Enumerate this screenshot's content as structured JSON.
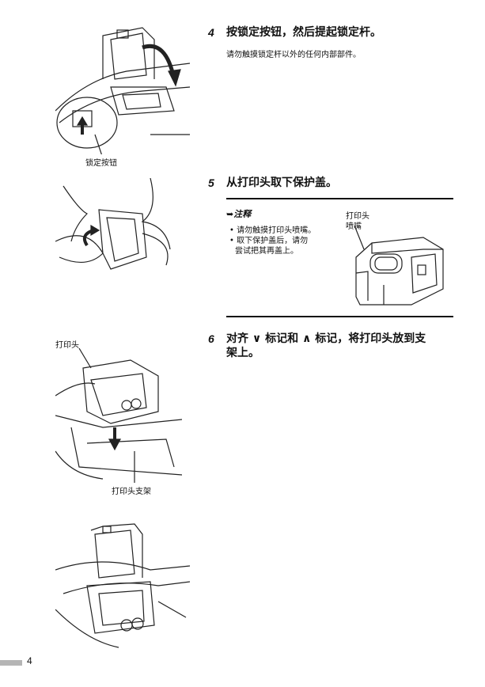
{
  "steps": [
    {
      "number": "4",
      "title": "按锁定按钮，然后提起锁定杆。",
      "body": "请勿触摸锁定杆以外的任何内部部件。"
    },
    {
      "number": "5",
      "title": "从打印头取下保护盖。"
    },
    {
      "number": "6",
      "title_line1": "对齐 ∨ 标记和 ∧ 标记，将打印头放到支",
      "title_line2": "架上。"
    }
  ],
  "captions": {
    "lock_button": "锁定按钮",
    "print_head": "打印头",
    "print_head_holder": "打印头支架"
  },
  "note": {
    "heading": "注释",
    "items": [
      "请勿触摸打印头喷嘴。",
      "取下保护盖后，请勿",
      "尝试把其再盖上。"
    ],
    "figure_label_line1": "打印头",
    "figure_label_line2": "喷嘴"
  },
  "page_number": "4"
}
